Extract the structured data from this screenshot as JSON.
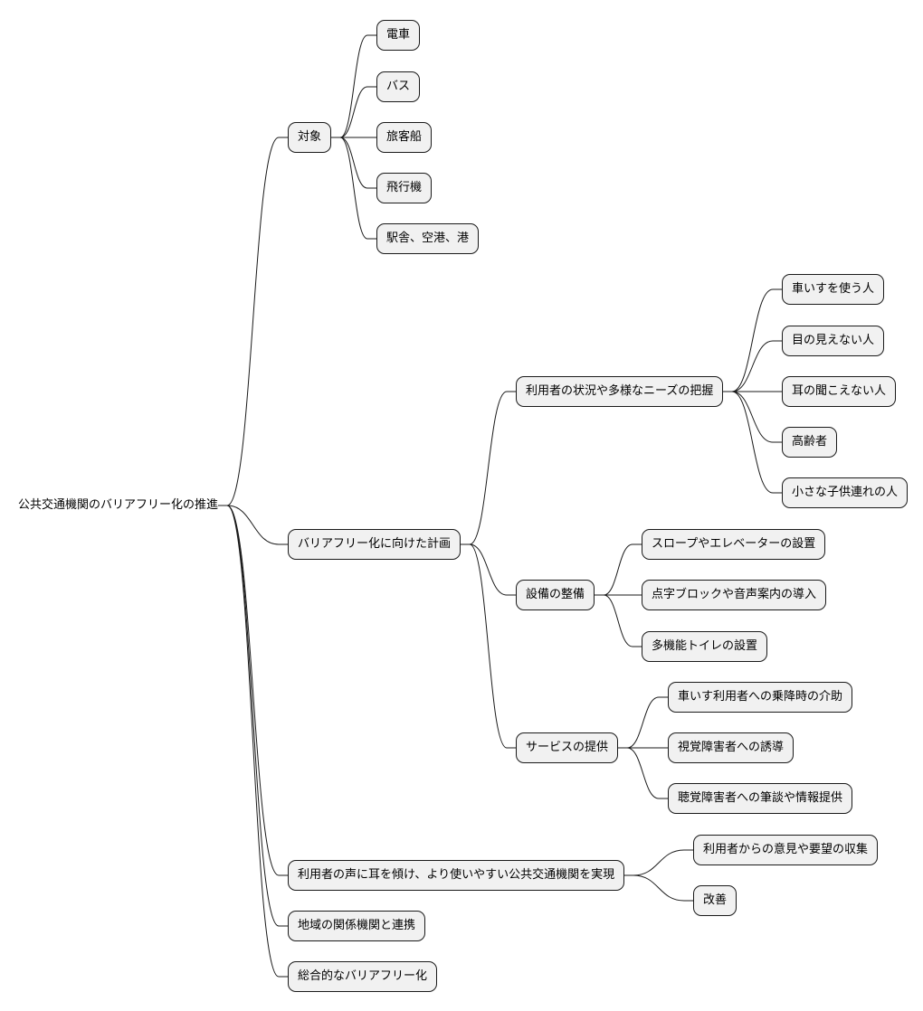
{
  "root": "公共交通機関のバリアフリー化の推進",
  "branches": {
    "target": {
      "label": "対象",
      "children": [
        "電車",
        "バス",
        "旅客船",
        "飛行機",
        "駅舎、空港、港"
      ]
    },
    "plan": {
      "label": "バリアフリー化に向けた計画",
      "needs": {
        "label": "利用者の状況や多様なニーズの把握",
        "children": [
          "車いすを使う人",
          "目の見えない人",
          "耳の聞こえない人",
          "高齢者",
          "小さな子供連れの人"
        ]
      },
      "facility": {
        "label": "設備の整備",
        "children": [
          "スロープやエレベーターの設置",
          "点字ブロックや音声案内の導入",
          "多機能トイレの設置"
        ]
      },
      "service": {
        "label": "サービスの提供",
        "children": [
          "車いす利用者への乗降時の介助",
          "視覚障害者への誘導",
          "聴覚障害者への筆談や情報提供"
        ]
      }
    },
    "voice": {
      "label": "利用者の声に耳を傾け、より使いやすい公共交通機関を実現",
      "children": [
        "利用者からの意見や要望の収集",
        "改善"
      ]
    },
    "coop": {
      "label": "地域の関係機関と連携"
    },
    "total": {
      "label": "総合的なバリアフリー化"
    }
  }
}
